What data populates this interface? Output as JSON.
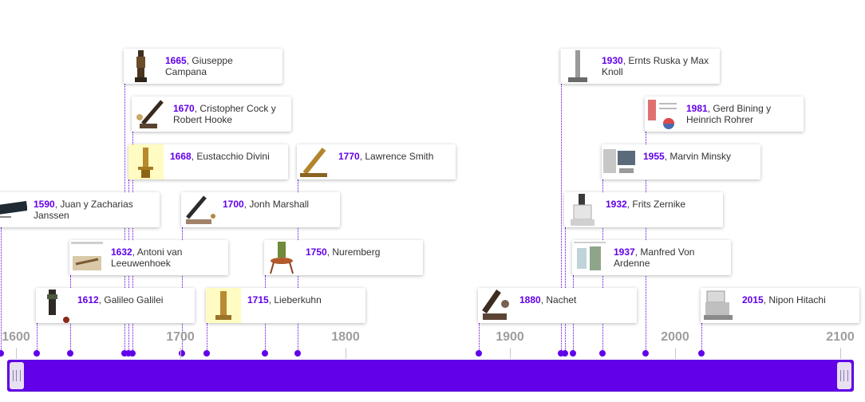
{
  "axis": {
    "labels": [
      "1600",
      "1700",
      "1800",
      "1900",
      "2000",
      "2100"
    ]
  },
  "events": [
    {
      "year": "1665",
      "text": ", Giuseppe Campana",
      "icon": "tall-microscope-photo"
    },
    {
      "year": "1670",
      "text": ", Cristopher Cock y Robert Hooke",
      "icon": "hooke-microscope-photo"
    },
    {
      "year": "1668",
      "text": ", Eustacchio Divini",
      "icon": "brass-microscope-photo"
    },
    {
      "year": "1590",
      "text": ", Juan y Zacharias Janssen",
      "icon": "tube-microscope-photo"
    },
    {
      "year": "1632",
      "text": ", Antoni van Leeuwenhoek",
      "icon": "diagram-photo"
    },
    {
      "year": "1612",
      "text": ", Galileo Galilei",
      "icon": "galileo-microscope-photo"
    },
    {
      "year": "1700",
      "text": ", Jonh Marshall",
      "icon": "marshall-microscope-photo"
    },
    {
      "year": "1715",
      "text": ", Lieberkuhn",
      "icon": "lieberkuhn-microscope-photo"
    },
    {
      "year": "1770",
      "text": ", Lawrence Smith",
      "icon": "smith-microscope-photo"
    },
    {
      "year": "1750",
      "text": ", Nuremberg",
      "icon": "nuremberg-microscope-photo"
    },
    {
      "year": "1880",
      "text": ", Nachet",
      "icon": "nachet-microscope-photo"
    },
    {
      "year": "1930",
      "text": ", Ernts Ruska y Max Knoll",
      "icon": "electron-microscope-photo"
    },
    {
      "year": "1932",
      "text": ", Frits Zernike",
      "icon": "phase-microscope-photo"
    },
    {
      "year": "1937",
      "text": ", Manfred Von Ardenne",
      "icon": "ardenne-diagram-photo"
    },
    {
      "year": "1955",
      "text": ", Marvin Minsky",
      "icon": "computer-microscope-photo"
    },
    {
      "year": "1981",
      "text": ", Gerd Bining y Heinrich Rohrer",
      "icon": "stm-diagram-photo"
    },
    {
      "year": "2015",
      "text": ", Nipon Hitachi",
      "icon": "hitachi-microscope-photo"
    }
  ],
  "colors": {
    "accent": "#6200ea",
    "year": "#6200ea",
    "text": "#333333",
    "axis_label": "#9e9e9e"
  }
}
